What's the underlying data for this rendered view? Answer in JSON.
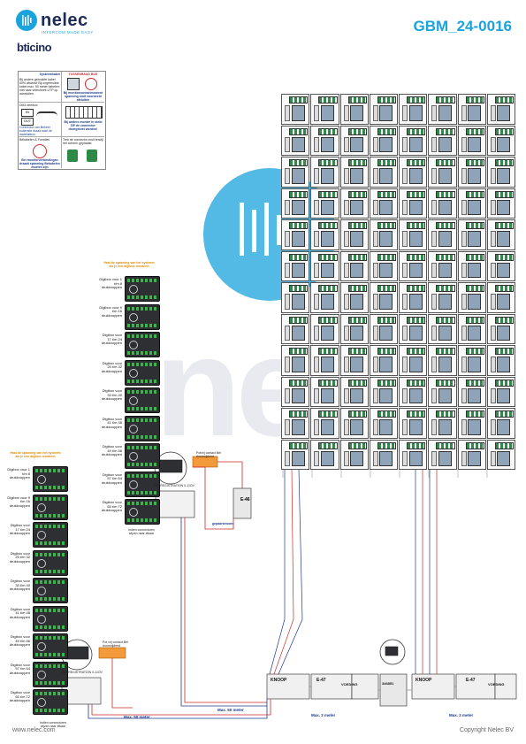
{
  "header": {
    "brand": "nelec",
    "tagline": "INTERCOM MADE EASY",
    "bticino": "bticino",
    "doc_code": "GBM_24-0016"
  },
  "legend": {
    "title_systeemkabel": "Systeemkabel",
    "text_systeemkabel": "Bij andere gebruikte kabel 60% afstand! Bij ongebruikte kabel max. 50 meter kabelen; niet naar videohoek UTP op aansluiten",
    "title_tussen": "TUSSENRAAD BUS",
    "text_tussen": "Bij monitorcontactmoment spanning stuif voorbeeld afsluiten",
    "dm_label": "DM4 deelbox",
    "dm_text": "Connector van Beheer buitenste draad naar de dadeluitbox",
    "in_label": "IN",
    "out_label": "OUT",
    "text_aanzetter": "Bekabelen & Functies",
    "text_monitor": "Bij andere montre in stekt DP de connector doorgelust worden!",
    "text_klem": "Trek de connector eruit terwijl het scherm geplaatst",
    "text_bottom": "Bei monitorverbindingen draadt spanning Bekabelen moeten zijn"
  },
  "left_system": {
    "power_note": "Haal de spanning van het systeem als je een digibox monteert",
    "modules": [
      "Digibox voor 1 t/m 8 drukknoppen",
      "Digibox voor 9 t/m 16 drukknoppen",
      "Digibox voor 17 t/m 24 drukknoppen",
      "Digibox voor 25 t/m 32 drukknoppen",
      "Digibox voor 33 t/m 40 drukknoppen",
      "Digibox voor 41 t/m 48 drukknoppen",
      "Digibox voor 49 t/m 56 drukknoppen",
      "Digibox voor 57 t/m 64 drukknoppen",
      "Digibox voor 65 t/m 72 drukknoppen"
    ],
    "bottom_note": "Indien connectoren wijzen naar elkaar",
    "dm_label": "DEVREGISTRATION 0-11OV",
    "pot_label": "Pot vrij contact Bel doorsnijdend",
    "max_label": "Max. 50 meter"
  },
  "mid_system": {
    "power_note": "Haal de spanning van het systeem als je een digibox monteert",
    "modules": [
      "Digibox voor 1 t/m 8 drukknoppen",
      "Digibox voor 9 t/m 16 drukknoppen",
      "Digibox voor 17 t/m 24 drukknoppen",
      "Digibox voor 25 t/m 32 drukknoppen",
      "Digibox voor 33 t/m 40 drukknoppen",
      "Digibox voor 41 t/m 48 drukknoppen",
      "Digibox voor 49 t/m 56 drukknoppen",
      "Digibox voor 57 t/m 64 drukknoppen",
      "Digibox voor 65 t/m 72 drukknoppen"
    ],
    "bottom_note": "Indien connectoren wijzen naar elkaar",
    "dm_label": "DEVREGISTRATION 0-11OV",
    "pot_label": "Potvrij contact Bel doorsnijdend",
    "psu_label": "E-46",
    "gap_label": "gepaarstroomt",
    "max_label": "Max. 50 meter"
  },
  "bottom_units": {
    "unit1_a": "KNOOP",
    "unit1_b": "E-47",
    "unit1_c": "VOEDING",
    "max_left": "Max. 2 meter",
    "center": "346851",
    "unit2_a": "KNOOP",
    "unit2_b": "E-47",
    "unit2_c": "VOEDING",
    "max_right": "Max. 2 meter"
  },
  "footer": {
    "left": "www.nelec.com",
    "right": "Copyright Nelec BV"
  },
  "colors": {
    "brand_blue": "#1aa3dc",
    "brand_navy": "#1d2a57",
    "bus_red": "#cc2a2a",
    "bus_blue": "#1d3a8a",
    "bus_gray": "#9a9a9a",
    "note_orange": "#e08a00"
  },
  "icons": [
    "nelec-logo-icon",
    "bticino-logo",
    "monitor-icon",
    "no-entry-icon",
    "terminal-icon",
    "hand-icon",
    "scissors-icon"
  ]
}
